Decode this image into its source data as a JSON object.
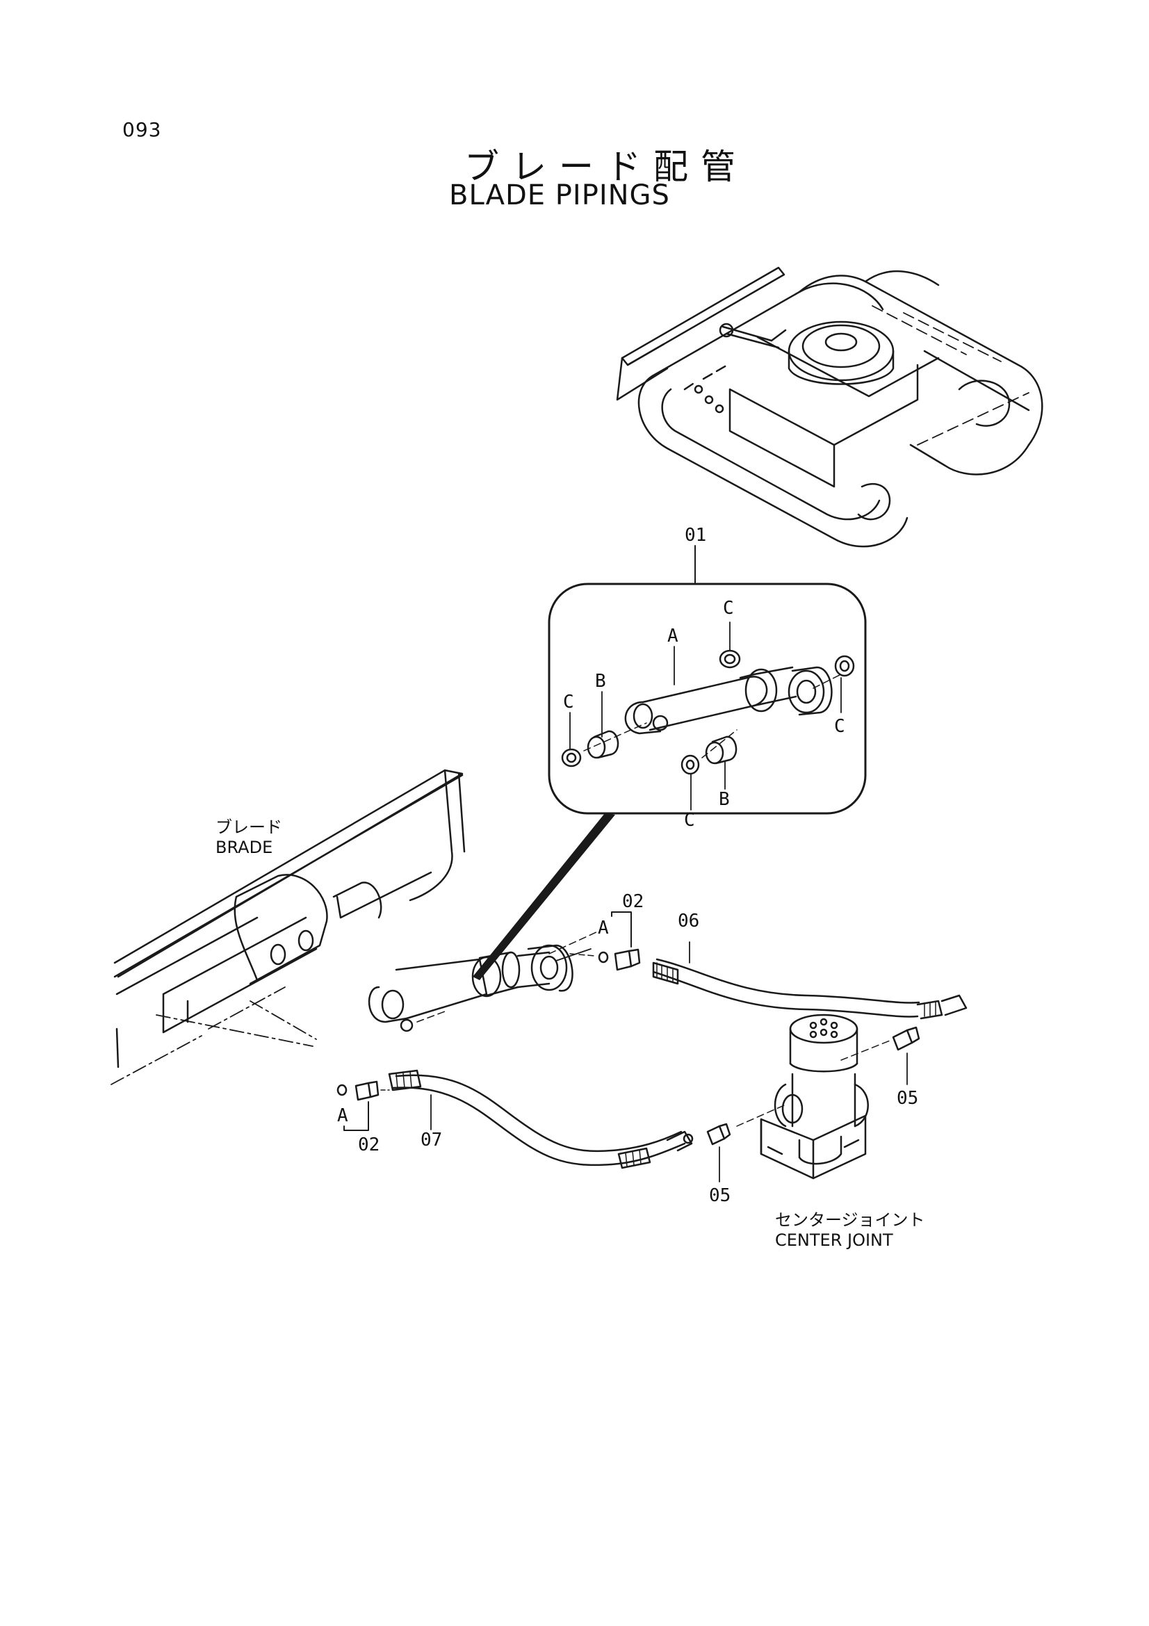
{
  "page": {
    "number": "093",
    "title_jp": "ブレード配管",
    "title_en": "BLADE PIPINGS"
  },
  "labels": {
    "blade_jp": "ブレード",
    "blade_en": "BRADE",
    "center_joint_jp": "センタージョイント",
    "center_joint_en": "CENTER JOINT"
  },
  "callouts": {
    "cylinder_assembly": "01",
    "cyl_rod_a": "A",
    "cyl_bushing_b_upper": "B",
    "cyl_bushing_b_lower": "B",
    "cyl_seal_c_top": "C",
    "cyl_seal_c_left": "C",
    "cyl_seal_c_right": "C",
    "cyl_seal_c_bottom": "C",
    "fitting_upper": "02",
    "fitting_upper_oring": "A",
    "fitting_lower": "02",
    "fitting_lower_oring": "A",
    "hose_upper": "06",
    "hose_lower": "07",
    "adapter_right": "05",
    "adapter_lower": "05"
  }
}
